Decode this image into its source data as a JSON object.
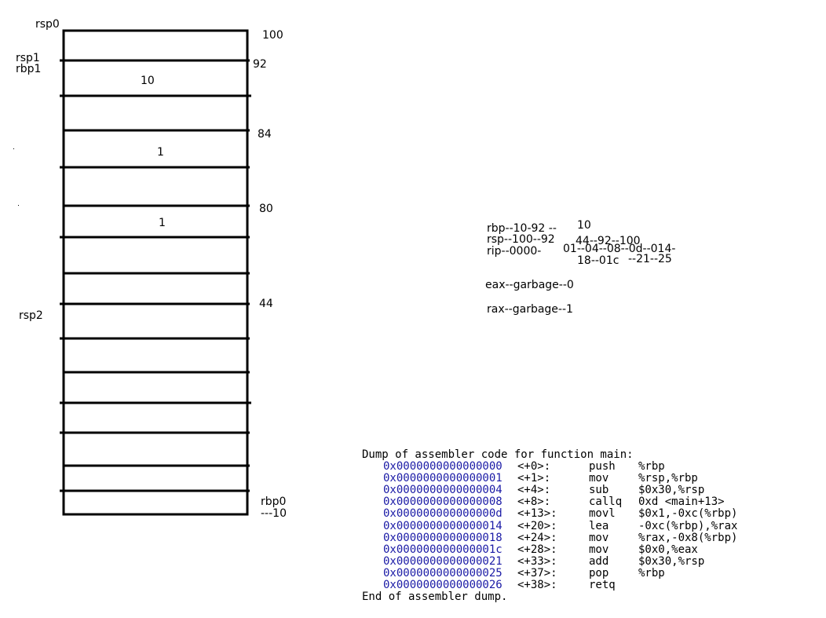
{
  "stack": {
    "side_labels": {
      "rsp0": "rsp0",
      "rsp1": "rsp1",
      "rbp1": "rbp1",
      "rsp2": "rsp2",
      "rbp0": "rbp0",
      "rbp0_val": "---10"
    },
    "addresses": {
      "a100": "100",
      "a92": "92",
      "a84": "84",
      "a80": "80",
      "a44": "44"
    },
    "cells": {
      "c1": "10",
      "c2": "1",
      "c3": "1"
    }
  },
  "registers": {
    "rbp_a": "rbp--10-92 --",
    "rbp_b": "10",
    "rsp_a": "rsp--100--92",
    "rsp_b": "44--92--100",
    "rip_a": "rip--0000-",
    "rip_b": "01--04--08--0d--014-",
    "rip_c": "18--01c",
    "rip_d": "--21--25",
    "eax": "eax--garbage--0",
    "rax": "rax--garbage--1"
  },
  "dump": {
    "header": "Dump of assembler code for function main:",
    "footer": "End of assembler dump.",
    "rows": [
      {
        "addr": "0x0000000000000000",
        "off": "<+0>:",
        "op": "push",
        "args": "%rbp"
      },
      {
        "addr": "0x0000000000000001",
        "off": "<+1>:",
        "op": "mov",
        "args": "%rsp,%rbp"
      },
      {
        "addr": "0x0000000000000004",
        "off": "<+4>:",
        "op": "sub",
        "args": "$0x30,%rsp"
      },
      {
        "addr": "0x0000000000000008",
        "off": "<+8>:",
        "op": "callq",
        "args": "0xd <main+13>"
      },
      {
        "addr": "0x000000000000000d",
        "off": "<+13>:",
        "op": "movl",
        "args": "$0x1,-0xc(%rbp)"
      },
      {
        "addr": "0x0000000000000014",
        "off": "<+20>:",
        "op": "lea",
        "args": "-0xc(%rbp),%rax"
      },
      {
        "addr": "0x0000000000000018",
        "off": "<+24>:",
        "op": "mov",
        "args": "%rax,-0x8(%rbp)"
      },
      {
        "addr": "0x000000000000001c",
        "off": "<+28>:",
        "op": "mov",
        "args": "$0x0,%eax"
      },
      {
        "addr": "0x0000000000000021",
        "off": "<+33>:",
        "op": "add",
        "args": "$0x30,%rsp"
      },
      {
        "addr": "0x0000000000000025",
        "off": "<+37>:",
        "op": "pop",
        "args": "%rbp"
      },
      {
        "addr": "0x0000000000000026",
        "off": "<+38>:",
        "op": "retq",
        "args": ""
      }
    ]
  }
}
